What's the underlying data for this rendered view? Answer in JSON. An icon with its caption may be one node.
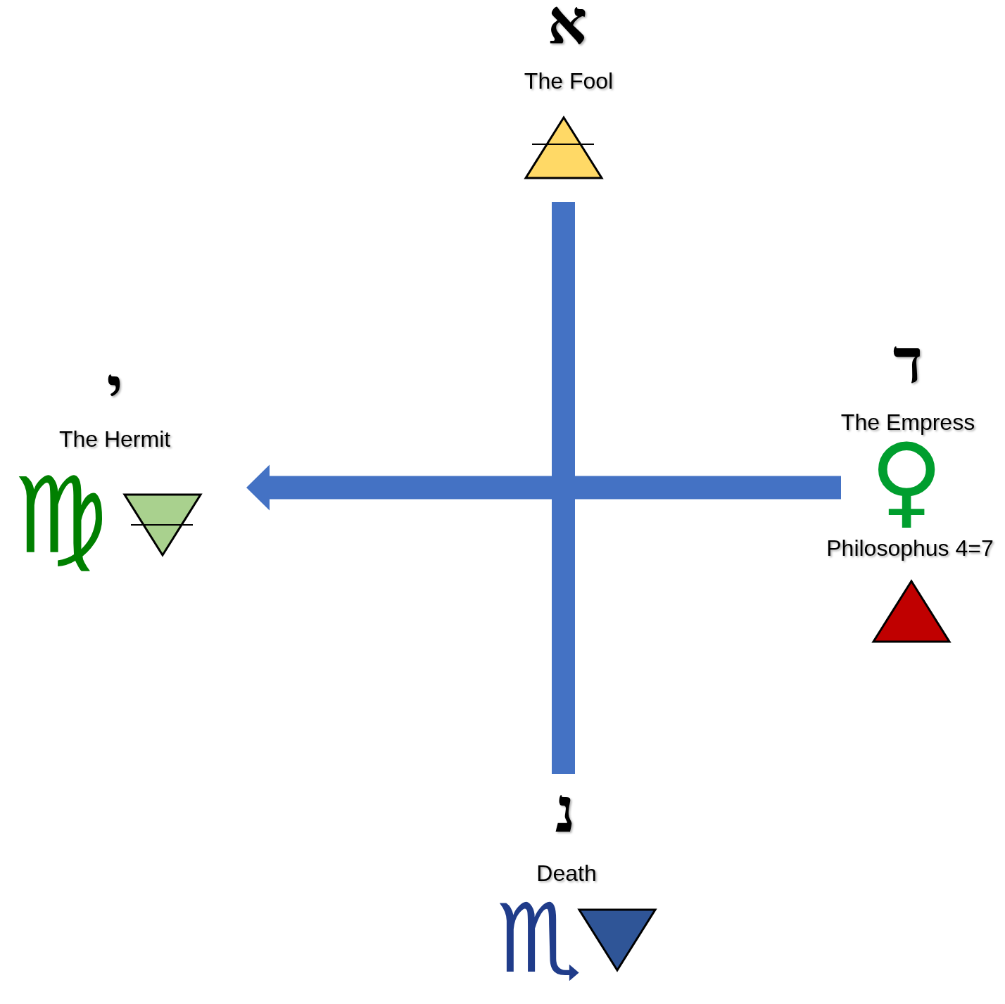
{
  "diagram": {
    "nodes": [
      {
        "text": [
          "א",
          "The Fool"
        ]
      },
      {
        "text": [
          "י",
          "The Hermit",
          "♍"
        ]
      },
      {
        "text": [
          "ד",
          "The Empress",
          "♀"
        ],
        "beside": [
          "Philosophus 4=7"
        ]
      },
      {
        "text": [
          "נ",
          "Death",
          "♏"
        ]
      }
    ],
    "edges": [
      {
        "from": 0,
        "to": 3,
        "arrow": "none",
        "style": "thick"
      },
      {
        "from": 2,
        "to": 1,
        "arrow": "to",
        "style": "thick"
      }
    ]
  }
}
